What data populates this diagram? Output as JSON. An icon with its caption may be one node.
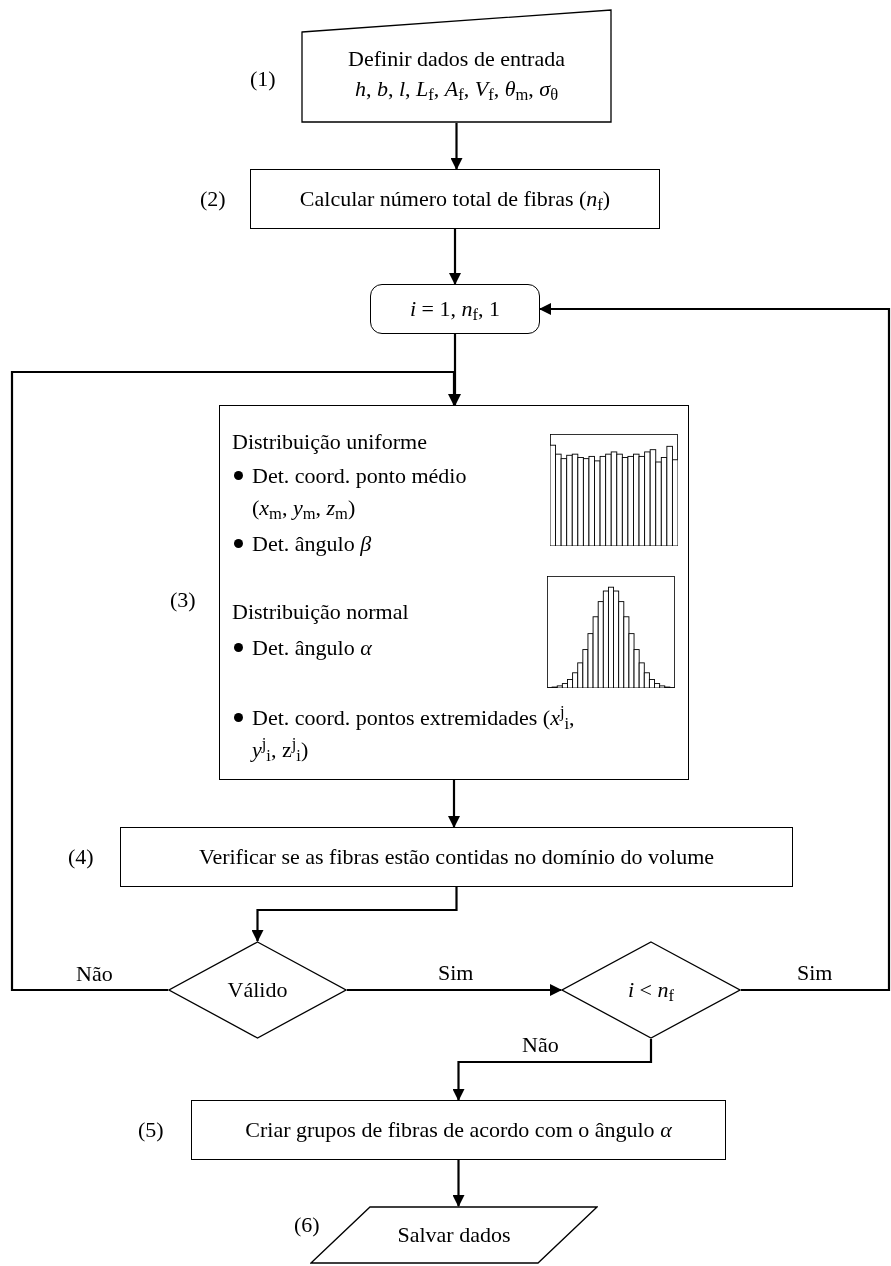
{
  "diagram": {
    "nodes": [
      {
        "text": [
          "Definir dados de entrada",
          "*h*, *b*, *l*, *L*$_{f}$, *A*$_{f}$, *V*$_{f}$, *θ*$_{m}$, *σ*$_{θ}$"
        ],
        "beside": [
          "(1)"
        ]
      },
      {
        "text": [
          "Calcular número total de fibras (*n*$_{f}$)"
        ],
        "beside": [
          "(2)"
        ]
      },
      {
        "text": [
          "*i* = 1, *n*$_{f}$, 1"
        ]
      },
      {
        "text": [
          "Distribuição uniforme",
          "Det. coord. ponto médio (*x*$_{m}$, *y*$_{m}$, *z*$_{m}$)",
          "Det. ângulo *β*",
          "Distribuição normal",
          "Det. ângulo *α*",
          "Det. coord. pontos extremidades (*x*$^{j}$$_{i}$, *y*$^{j}$$_{i}$, z$^{j}$$_{i}$)"
        ],
        "beside": [
          "(3)"
        ]
      },
      {
        "text": [
          "Verificar se as fibras estão contidas no domínio do volume"
        ],
        "beside": [
          "(4)"
        ]
      },
      {
        "text": [
          "Válido"
        ]
      },
      {
        "text": [
          "*i* < *n*$_{f}$"
        ]
      },
      {
        "text": [
          "Criar grupos de fibras de acordo com o ângulo *α*"
        ],
        "beside": [
          "(5)"
        ]
      },
      {
        "text": [
          "Salvar dados"
        ],
        "beside": [
          "(6)"
        ]
      }
    ],
    "edges": [
      {
        "from": 0,
        "to": 1,
        "arrow": "to"
      },
      {
        "from": 1,
        "to": 2,
        "arrow": "to"
      },
      {
        "from": 2,
        "to": 3,
        "arrow": "to"
      },
      {
        "from": 3,
        "to": 4,
        "arrow": "to"
      },
      {
        "from": 4,
        "to": 5,
        "arrow": "to"
      },
      {
        "from": 5,
        "to": 3,
        "arrow": "to",
        "label": "Não"
      },
      {
        "from": 5,
        "to": 6,
        "arrow": "to",
        "label": "Sim"
      },
      {
        "from": 6,
        "to": 2,
        "arrow": "to",
        "label": "Sim"
      },
      {
        "from": 6,
        "to": 7,
        "arrow": "to",
        "label": "Não"
      },
      {
        "from": 7,
        "to": 8,
        "arrow": "to"
      }
    ]
  }
}
